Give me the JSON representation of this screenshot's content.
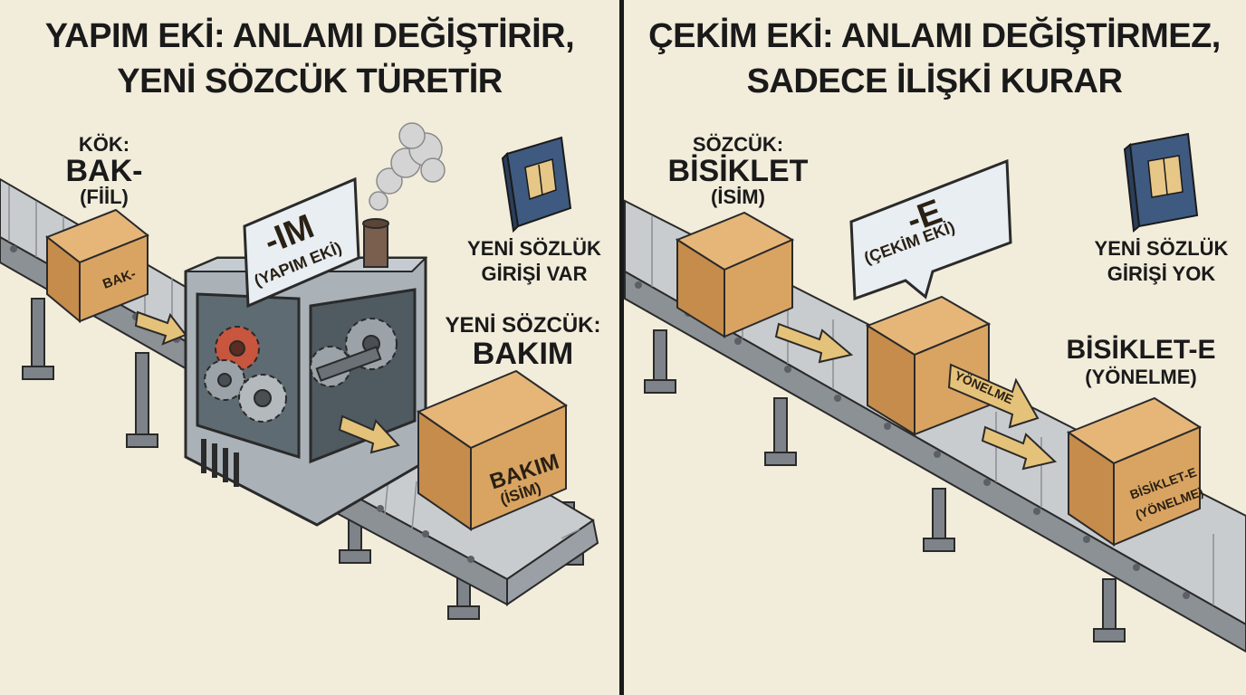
{
  "left": {
    "title_line1": "YAPIM EKİ: ANLAMI DEĞİŞTİRİR,",
    "title_line2": "YENİ SÖZCÜK TÜRETİR",
    "root_caption": "KÖK:",
    "root_word": "BAK-",
    "root_type": "(FİİL)",
    "root_box_label": "BAK-",
    "suffix_sign": "-IM",
    "suffix_sign_sub": "(YAPIM EKİ)",
    "dictionary_line1": "YENİ SÖZLÜK",
    "dictionary_line2": "GİRİŞİ VAR",
    "new_word_caption": "YENİ SÖZCÜK:",
    "new_word": "BAKIM",
    "new_box_label": "BAKIM",
    "new_box_sub": "(İSİM)"
  },
  "right": {
    "title_line1": "ÇEKİM EKİ: ANLAMI DEĞİŞTİRMEZ,",
    "title_line2": "SADECE İLİŞKİ KURAR",
    "word_caption": "SÖZCÜK:",
    "word": "BİSİKLET",
    "word_type": "(İSİM)",
    "suffix_bubble": "-E",
    "suffix_bubble_sub": "(ÇEKİM EKİ)",
    "arrow_label": "YÖNELME",
    "dictionary_line1": "YENİ SÖZLÜK",
    "dictionary_line2": "GİRİŞİ YOK",
    "result_word": "BİSİKLET-E",
    "result_type": "(YÖNELME)",
    "result_box_label": "BİSİKLET-E",
    "result_box_sub": "(YÖNELME)"
  },
  "colors": {
    "background": "#f2ecdb",
    "box": "#d9a462",
    "arrow": "#e5c27a",
    "gear_highlight": "#c8553d",
    "book": "#3f5a80"
  }
}
